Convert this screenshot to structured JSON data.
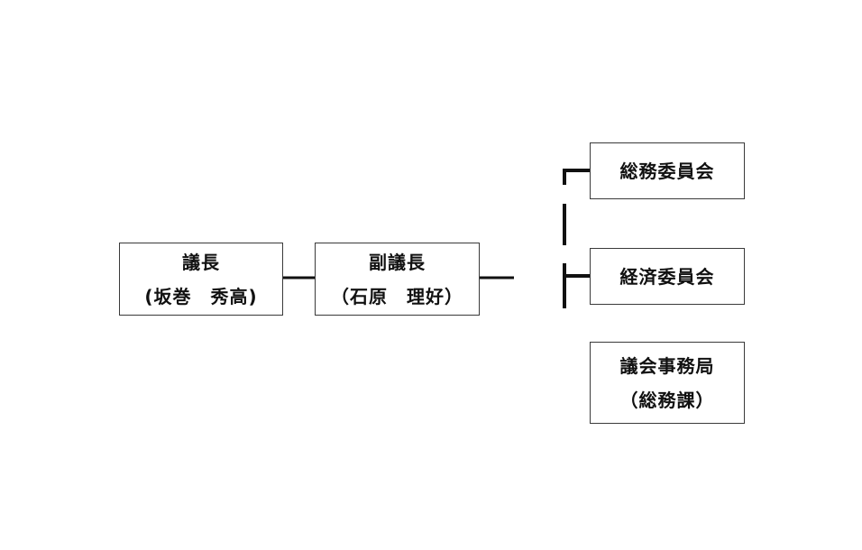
{
  "chairman": {
    "title": "議長",
    "name": "(坂巻　秀高)"
  },
  "vice_chairman": {
    "title": "副議長",
    "name": "（石原　理好）"
  },
  "committees": [
    {
      "label": "総務委員会"
    },
    {
      "label": "経済委員会"
    }
  ],
  "secretariat": {
    "title": "議会事務局",
    "dept": "（総務課）"
  },
  "colors": {
    "line": "#111111",
    "border": "#3a3a3a",
    "text": "#111111"
  }
}
